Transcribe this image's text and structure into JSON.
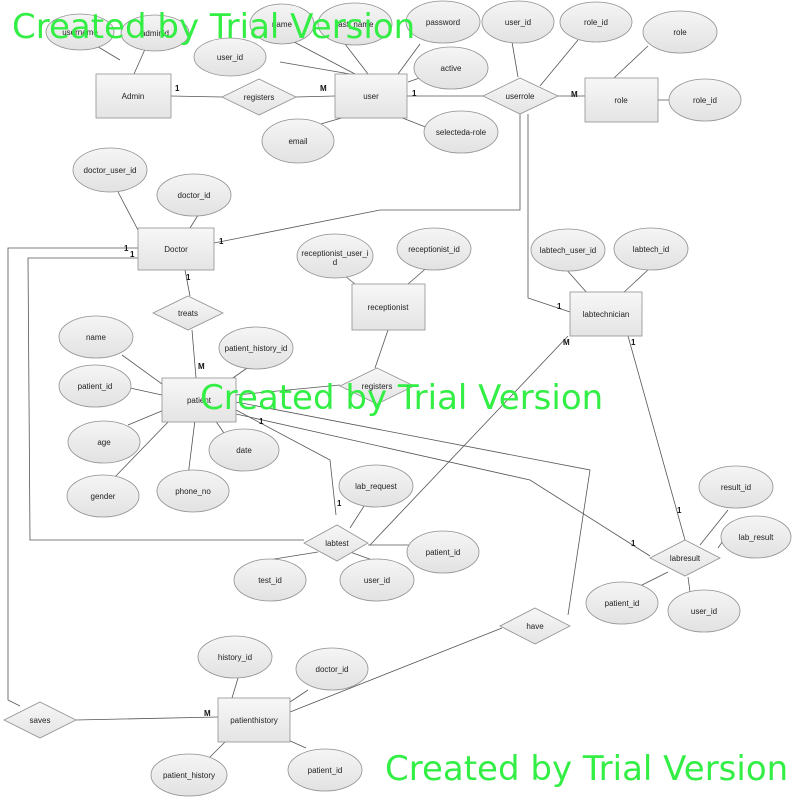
{
  "entities": {
    "admin": "Admin",
    "user": "user",
    "role": "role",
    "doctor": "Doctor",
    "receptionist": "receptionist",
    "labtechnician": "labtechnician",
    "patient": "patient",
    "patienthistory": "patienthistory"
  },
  "relationships": {
    "registers_admin_user": "registers",
    "userrole": "userrole",
    "treats": "treats",
    "registers_receptionist_patient": "registers",
    "labtest": "labtest",
    "labresult": "labresult",
    "have": "have",
    "saves": "saves"
  },
  "attributes": {
    "admin_username": "username",
    "admin_adminid": "adminid",
    "admin_user_id": "user_id",
    "user_name": "name",
    "user_last_name": "last_name",
    "user_password": "password",
    "user_active": "active",
    "user_email": "email",
    "user_selected_role": "selecteda-role",
    "userrole_user_id": "user_id",
    "userrole_role_id": "role_id",
    "role_role": "role",
    "role_role_id": "role_id",
    "doctor_user_id": "doctor_user_id",
    "doctor_id": "doctor_id",
    "receptionist_user_id": "receptionist_user_i",
    "receptionist_user_id_2": "d",
    "receptionist_id": "receptionist_id",
    "labtech_user_id": "labtech_user_id",
    "labtech_id": "labtech_id",
    "patient_name": "name",
    "patient_id": "patient_id",
    "patient_age": "age",
    "patient_gender": "gender",
    "patient_phone_no": "phone_no",
    "patient_date": "date",
    "patient_history_id": "patient_history_id",
    "labtest_lab_request": "lab_request",
    "labtest_patient_id": "patient_id",
    "labtest_user_id": "user_id",
    "labtest_test_id": "test_id",
    "labresult_result_id": "result_id",
    "labresult_lab_result": "lab_result",
    "labresult_patient_id": "patient_id",
    "labresult_user_id": "user_id",
    "history_history_id": "history_id",
    "history_doctor_id": "doctor_id",
    "history_patient_history": "patient_history",
    "history_patient_id": "patient_id"
  },
  "cardinalities": {
    "admin_registers": "1",
    "registers_user": "M",
    "user_userrole": "1",
    "userrole_role": "M",
    "doctor_a": "1",
    "doctor_b": "1",
    "userrole_doctor": "1",
    "doctor_treats": "1",
    "treats_patient": "M",
    "userrole_labtech": "1",
    "labtech_labtest": "M",
    "labtech_labresult": "1",
    "patient_side": "1",
    "labtest_mark": "1",
    "labresult_mark": "1",
    "labresult_left": "1",
    "history_mark": "M"
  },
  "watermark": {
    "top": "Created by Trial Version",
    "middle": "Created by Trial Version",
    "bottom": "Created by Trial Version"
  },
  "colors": {
    "watermark": "#33ee44",
    "shape_fill": "#ececec",
    "shape_stroke": "#909090",
    "line": "#555555"
  }
}
